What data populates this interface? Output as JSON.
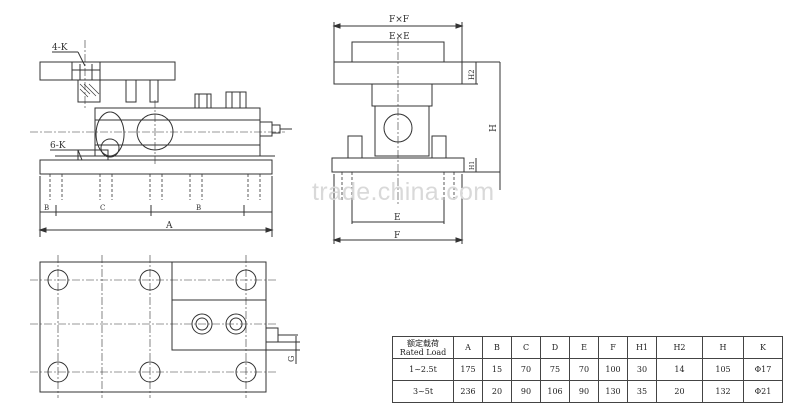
{
  "labels": {
    "side_view": {
      "label_4k": "4-K",
      "label_6k": "6-K",
      "dim_a": "A",
      "dim_b_left": "B",
      "dim_c": "C",
      "dim_b_right": "B"
    },
    "front_view": {
      "dim_fxf": "F×F",
      "dim_exe": "E×E",
      "dim_h2": "H2",
      "dim_h": "H",
      "dim_h1": "H1",
      "dim_e": "E",
      "dim_f": "F"
    },
    "top_view": {
      "dim_g": "G"
    }
  },
  "watermark": "trade.china.com",
  "spec_table": {
    "header_cn": "额定载荷",
    "header_en": "Rated Load",
    "columns": [
      "A",
      "B",
      "C",
      "D",
      "E",
      "F",
      "H1",
      "H2",
      "H",
      "K"
    ],
    "rows": [
      {
        "load": "1~2.5t",
        "values": [
          "175",
          "15",
          "70",
          "75",
          "70",
          "100",
          "30",
          "14",
          "105",
          "Φ17"
        ]
      },
      {
        "load": "3~5t",
        "values": [
          "236",
          "20",
          "90",
          "106",
          "90",
          "130",
          "35",
          "20",
          "132",
          "Φ21"
        ]
      }
    ]
  }
}
